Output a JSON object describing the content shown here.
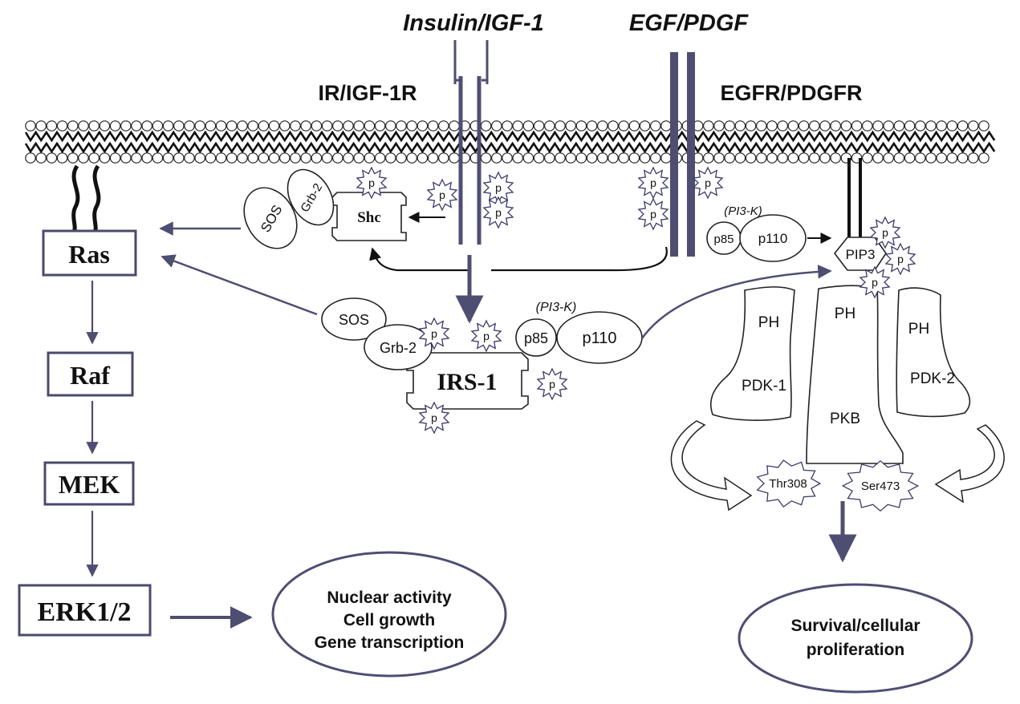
{
  "ligands": {
    "insulin": "Insulin/IGF-1",
    "egf": "EGF/PDGF"
  },
  "receptors": {
    "ir": "IR/IGF-1R",
    "egfr": "EGFR/PDGFR"
  },
  "adaptors": {
    "sos": "SOS",
    "grb2": "Grb-2",
    "shc": "Shc",
    "irs1": "IRS-1",
    "pi3k_top": "(PI3-K)",
    "pi3k_bottom": "(PI3-K)",
    "p85": "p85",
    "p110": "p110",
    "pip3": "PIP3",
    "phospho": "p"
  },
  "mapk": {
    "ras": "Ras",
    "raf": "Raf",
    "mek": "MEK",
    "erk": "ERK1/2"
  },
  "akt": {
    "ph": "PH",
    "pdk1": "PDK-1",
    "pkb": "PKB",
    "pdk2": "PDK-2",
    "thr": "Thr308",
    "ser": "Ser473"
  },
  "outcomes": {
    "nuclear": [
      "Nuclear activity",
      "Cell growth",
      "Gene transcription"
    ],
    "survival": [
      "Survival/cellular",
      "proliferation"
    ]
  },
  "colors": {
    "arrow": "#4e4e72",
    "box_border": "#4a4a6e",
    "membrane": "#222222"
  }
}
